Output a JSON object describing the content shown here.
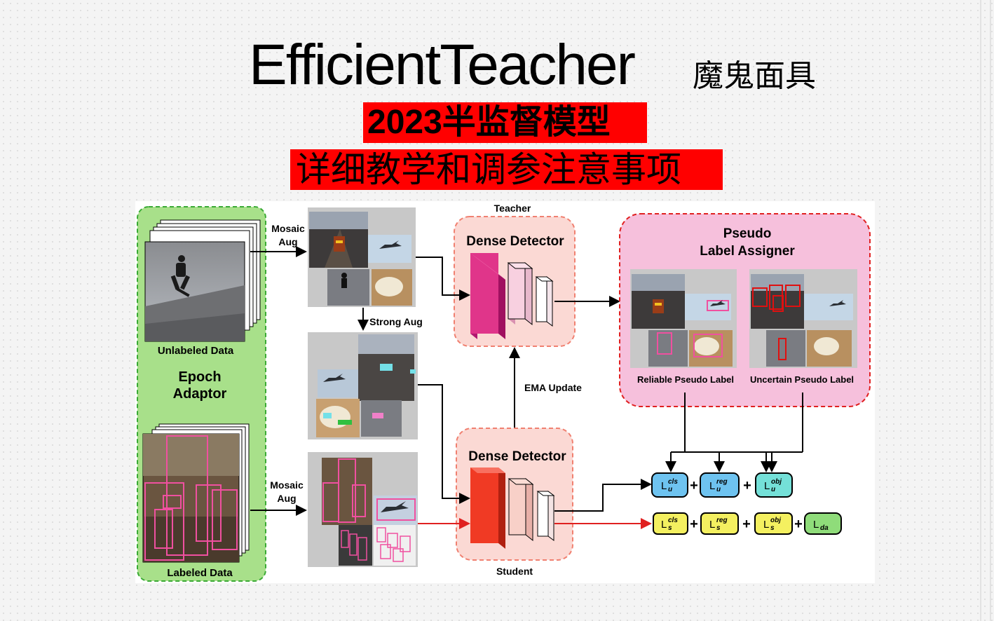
{
  "title": {
    "main": "EfficientTeacher",
    "suffix": "魔鬼面具",
    "banner1": "2023半监督模型",
    "banner2": "详细教学和调参注意事项"
  },
  "diagram": {
    "unlabeled_data": "Unlabeled Data",
    "labeled_data": "Labeled Data",
    "epoch_adaptor_line1": "Epoch",
    "epoch_adaptor_line2": "Adaptor",
    "mosaic_aug_top_line1": "Mosaic",
    "mosaic_aug_top_line2": "Aug",
    "mosaic_aug_bottom_line1": "Mosaic",
    "mosaic_aug_bottom_line2": "Aug",
    "strong_aug": "Strong Aug",
    "teacher": "Teacher",
    "student": "Student",
    "dense_detector_teacher": "Dense Detector",
    "dense_detector_student": "Dense Detector",
    "ema_update": "EMA Update",
    "pseudo_label_line1": "Pseudo",
    "pseudo_label_line2": "Label Assigner",
    "reliable_pseudo_label": "Reliable Pseudo Label",
    "uncertain_pseudo_label": "Uncertain Pseudo Label",
    "loss_u_cls": "L",
    "loss_u_cls_sup": "cls",
    "loss_u_cls_sub": "u",
    "loss_u_reg": "L",
    "loss_u_reg_sup": "reg",
    "loss_u_reg_sub": "u",
    "loss_u_obj": "L",
    "loss_u_obj_sup": "obj",
    "loss_u_obj_sub": "u",
    "loss_s_cls": "L",
    "loss_s_cls_sup": "cls",
    "loss_s_cls_sub": "s",
    "loss_s_reg": "L",
    "loss_s_reg_sup": "reg",
    "loss_s_reg_sub": "s",
    "loss_s_obj": "L",
    "loss_s_obj_sup": "obj",
    "loss_s_obj_sub": "s",
    "loss_da": "L",
    "loss_da_sub": "da",
    "plus": "+"
  },
  "colors": {
    "banner": "#ff0000",
    "epoch_adaptor_fill": "#a8e08a",
    "epoch_adaptor_border": "#3aaa35",
    "dense_detector_fill": "#fbd9d4",
    "dense_detector_border": "#f08070",
    "pseudo_label_fill": "#f6c0dc",
    "pseudo_label_border": "#e02020",
    "teacher_block": "#e0358a",
    "student_block": "#f03a24",
    "loss_u_blue": "#6ec3f0",
    "loss_u_cyan": "#74e0d8",
    "loss_s_yellow": "#f4f060",
    "loss_da_green": "#8fdc7a",
    "red_arrow": "#e02020"
  }
}
